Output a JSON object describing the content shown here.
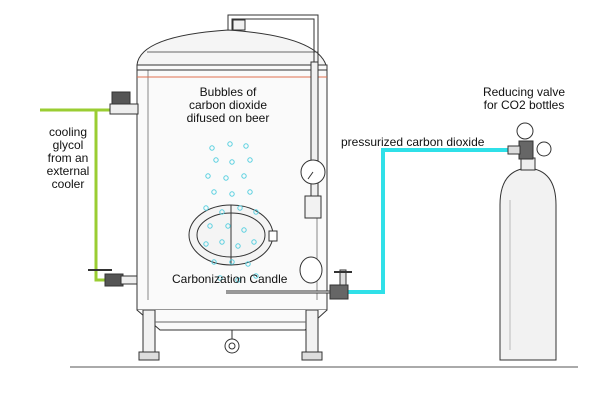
{
  "labels": {
    "cooling": [
      "cooling",
      "glycol",
      "from an",
      "external",
      "cooler"
    ],
    "bubbles": [
      "Bubbles of",
      "carbon dioxide",
      "difused on beer"
    ],
    "reducing_valve": [
      "Reducing valve",
      "for CO2 bottles"
    ],
    "pressurized": "pressurized carbon dioxide",
    "candle": "Carbonization Candle"
  },
  "colors": {
    "glycol_line": "#9acd32",
    "co2_line": "#2fe0e8",
    "bubbles": "#5ad0e0",
    "tank_outline": "#333333",
    "accent_line": "#e07050"
  }
}
